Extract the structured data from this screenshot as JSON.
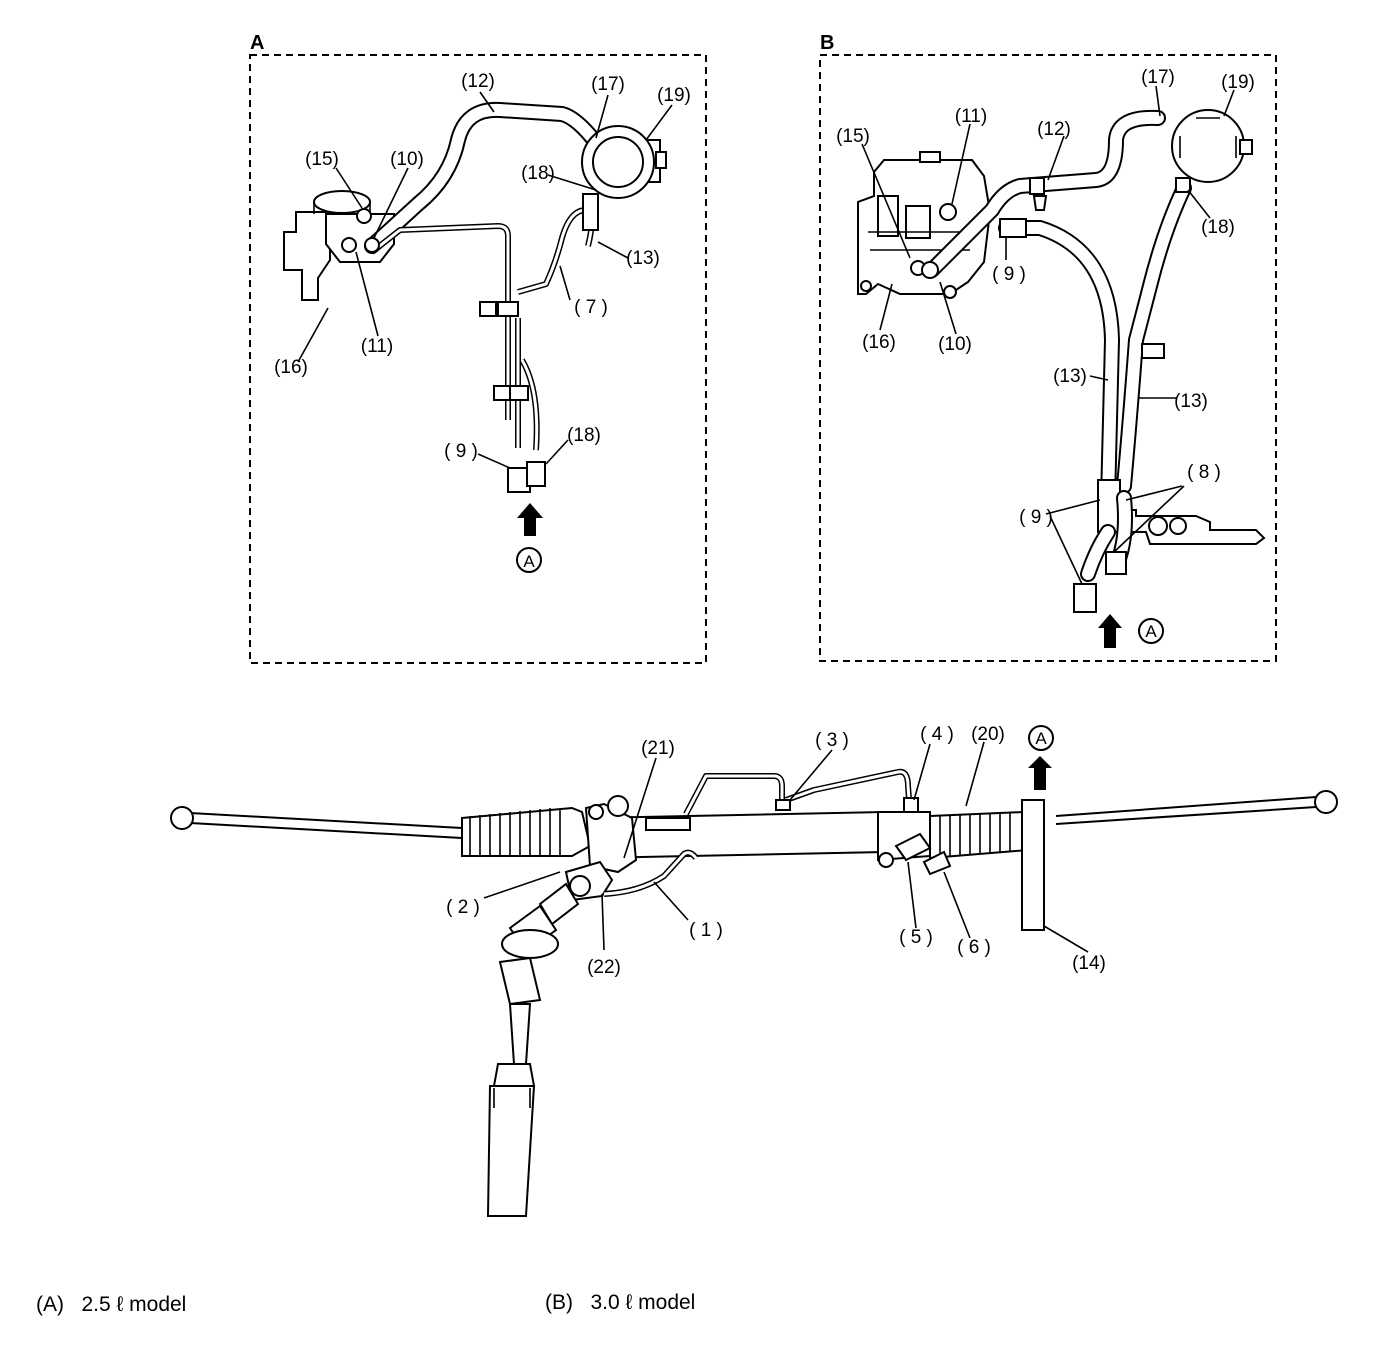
{
  "panels": {
    "a_title": "A",
    "b_title": "B"
  },
  "callouts": {
    "a": {
      "c12": "(12)",
      "c17": "(17)",
      "c19": "(19)",
      "c15": "(15)",
      "c10": "(10)",
      "c18_top": "(18)",
      "c13": "(13)",
      "c7": "( 7 )",
      "c11": "(11)",
      "c16": "(16)",
      "c9": "( 9 )",
      "c18_bot": "(18)",
      "arrow_mark": "A"
    },
    "b": {
      "c11": "(11)",
      "c12": "(12)",
      "c17": "(17)",
      "c19": "(19)",
      "c15": "(15)",
      "c18": "(18)",
      "c9_top": "( 9 )",
      "c16": "(16)",
      "c10": "(10)",
      "c13_left": "(13)",
      "c13_right": "(13)",
      "c8": "( 8 )",
      "c9_bot": "( 9 )",
      "arrow_mark": "A"
    },
    "main": {
      "c21": "(21)",
      "c3": "( 3 )",
      "c4": "( 4 )",
      "c20": "(20)",
      "arrow_mark": "A",
      "c2": "( 2 )",
      "c1": "( 1 )",
      "c22": "(22)",
      "c5": "( 5 )",
      "c6": "( 6 )",
      "c14": "(14)"
    }
  },
  "legend": {
    "a": "(A)   2.5 ℓ model",
    "b": "(B)   3.0 ℓ model"
  }
}
